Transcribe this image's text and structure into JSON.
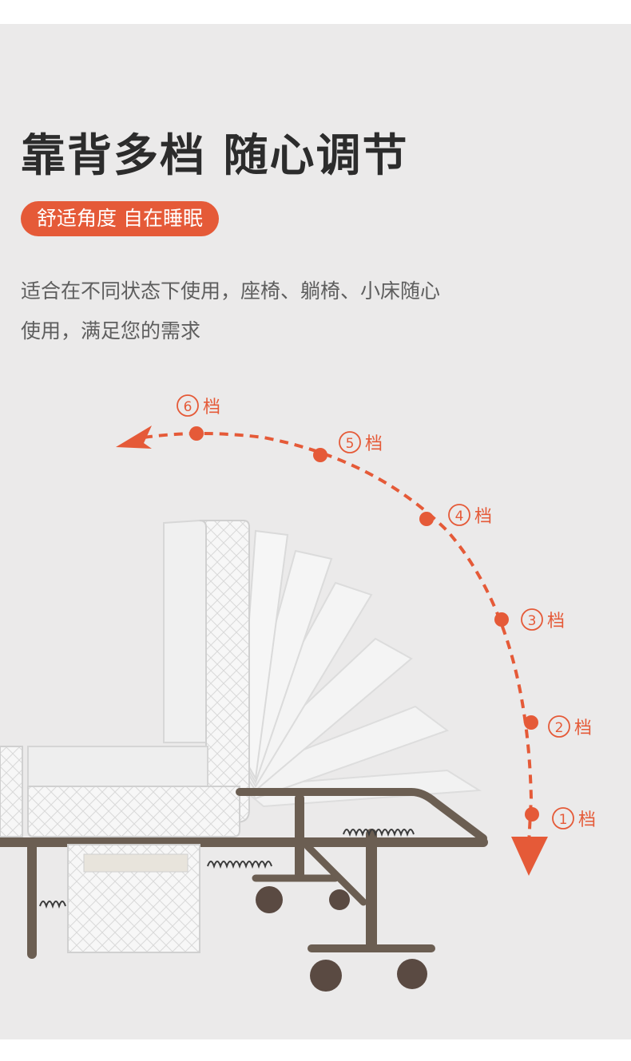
{
  "heading": {
    "title": "靠背多档  随心调节",
    "badge": "舒适角度 自在睡眠"
  },
  "description": {
    "line1": "适合在不同状态下使用，座椅、躺椅、小床随心",
    "line2": "使用，满足您的需求"
  },
  "gears": [
    {
      "num": "1",
      "unit": "档"
    },
    {
      "num": "2",
      "unit": "档"
    },
    {
      "num": "3",
      "unit": "档"
    },
    {
      "num": "4",
      "unit": "档"
    },
    {
      "num": "5",
      "unit": "档"
    },
    {
      "num": "6",
      "unit": "档"
    }
  ],
  "colors": {
    "accent": "#e55a38",
    "background": "#ebeaea",
    "title": "#2c2c2c",
    "body_text": "#5e5e5e",
    "frame": "#6b5e52",
    "mattress": "#f7f7f7"
  }
}
